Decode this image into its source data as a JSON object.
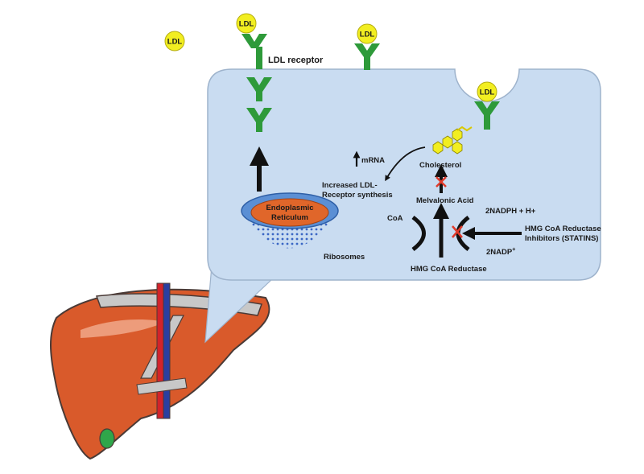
{
  "colors": {
    "cell_fill": "#c9dcf1",
    "cell_stroke": "#9eb3cc",
    "ldl_yellow": "#f2ee21",
    "receptor_green": "#2e9a3a",
    "liver": "#d95a2b",
    "liver_dark": "#b4451e",
    "er_blue": "#5b8fd4",
    "er_orange": "#e0662a",
    "gallbladder": "#2fa64a",
    "vessel_red": "#d2232a",
    "vessel_blue": "#2a3fa0",
    "inhibit": "#e03a2a"
  },
  "ldl_particles": [
    "LDL",
    "LDL",
    "LDL",
    "LDL"
  ],
  "labels": {
    "ldl_receptor": "LDL receptor",
    "mrna": "mRNA",
    "increased_line1": "Increased LDL-",
    "increased_line2": "Receptor synthesis",
    "cholesterol": "Cholesterol",
    "melvalonic": "Melvalonic Acid",
    "coa": "CoA",
    "nadph": "2NADPH + H+",
    "nadp": "2NADP",
    "nadp_sup": "+",
    "statin_line1": "HMG CoA Reductase",
    "statin_line2": "Inhibitors (STATINS)",
    "hmg_reductase": "HMG CoA Reductase",
    "er_line1": "Endoplasmic",
    "er_line2": "Reticulum",
    "ribosomes": "Ribosomes"
  },
  "icons": {
    "up_arrow": "up-arrow-icon",
    "inhibit_mark": "x-mark-icon"
  }
}
